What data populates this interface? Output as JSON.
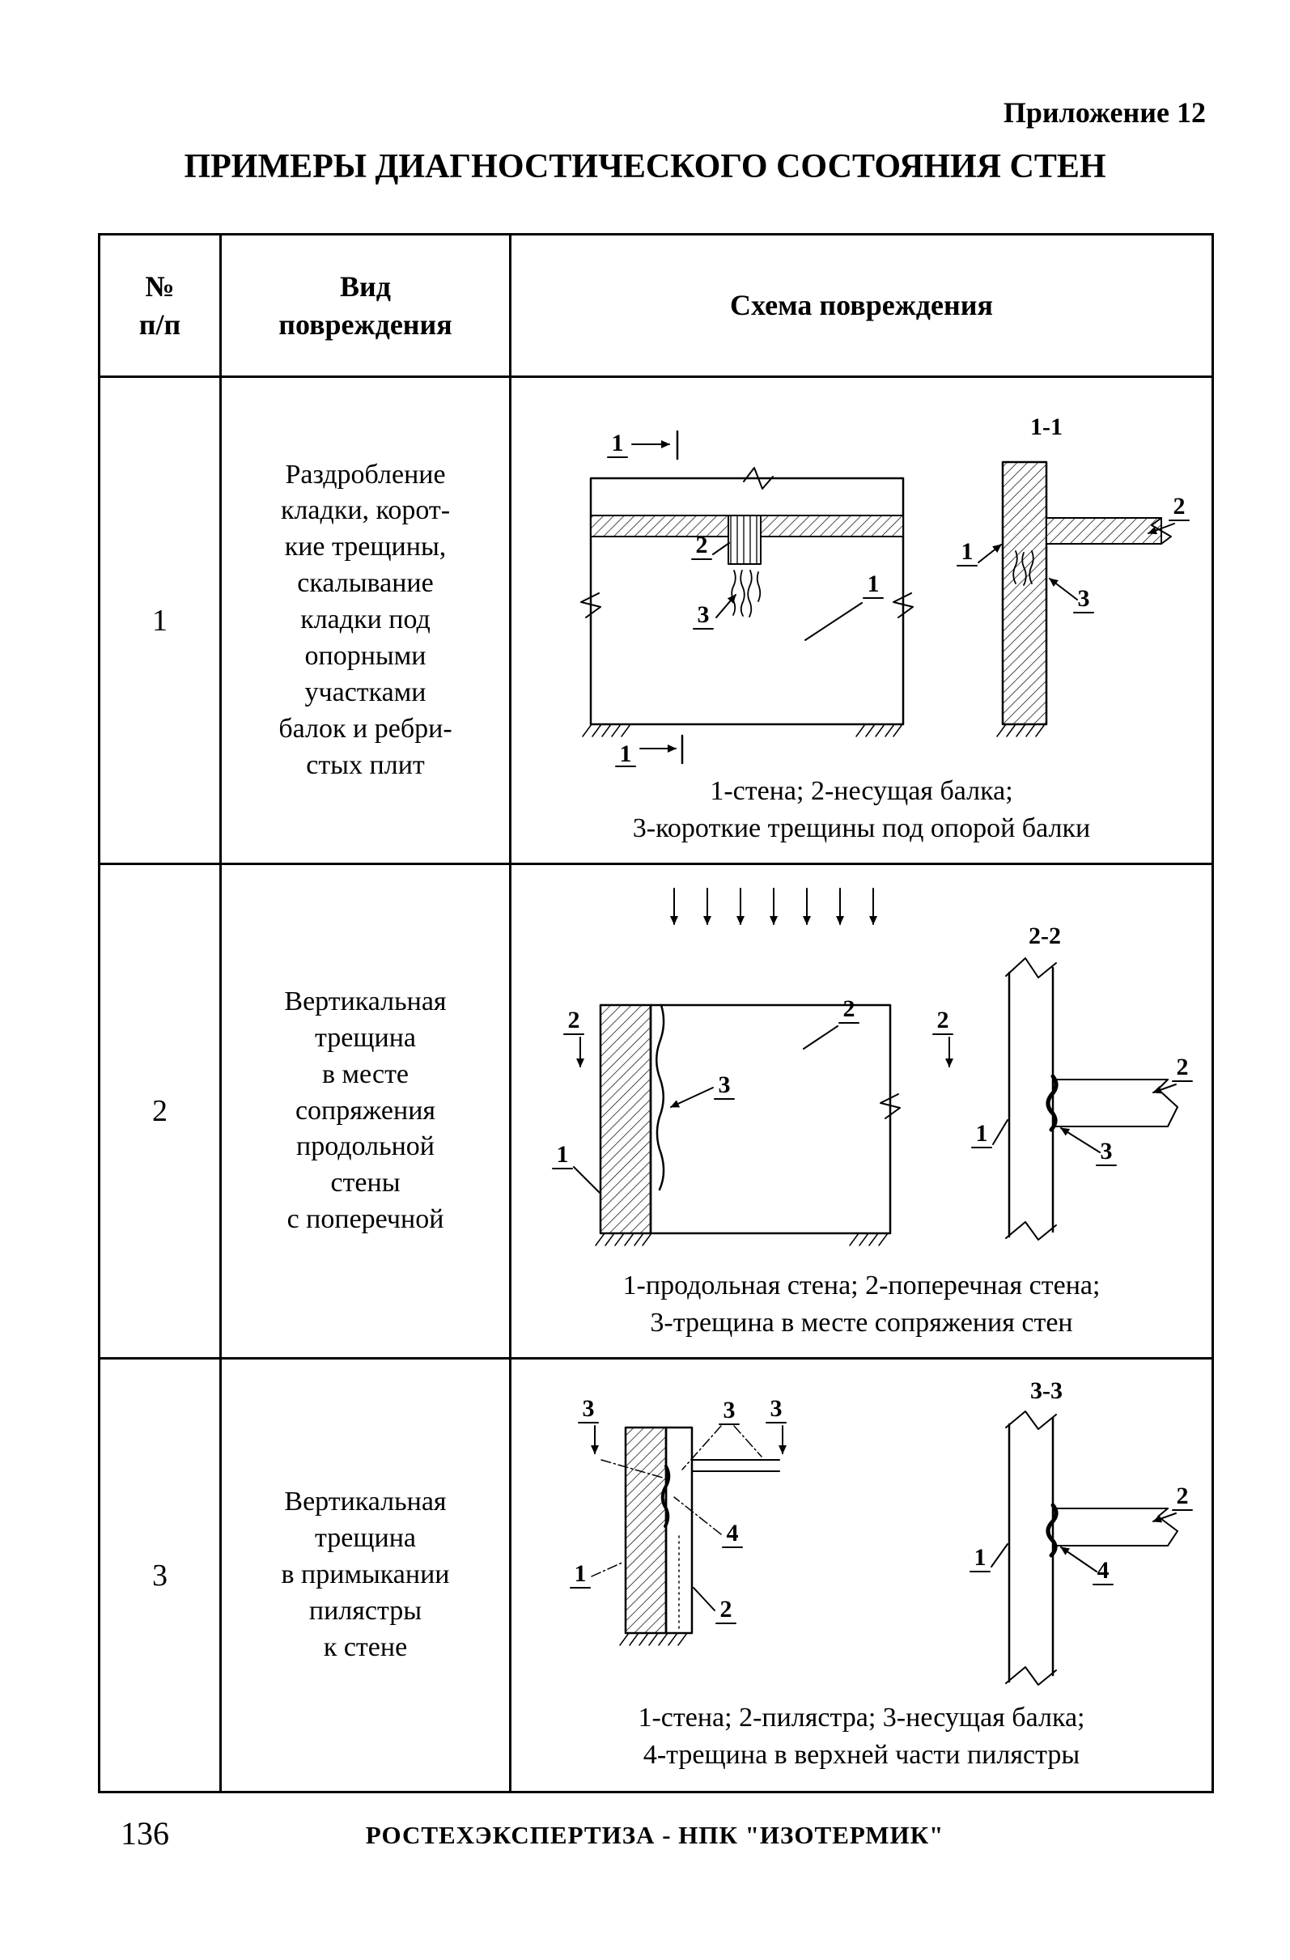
{
  "page": {
    "appendix": "Приложение 12",
    "title": "ПРИМЕРЫ ДИАГНОСТИЧЕСКОГО СОСТОЯНИЯ СТЕН",
    "footer": {
      "page_number": "136",
      "organization": "РОСТЕХЭКСПЕРТИЗА - НПК \"ИЗОТЕРМИК\""
    }
  },
  "table": {
    "headers": {
      "num": "№\nп/п",
      "damage_type": "Вид\nповреждения",
      "scheme": "Схема повреждения"
    },
    "rows": [
      {
        "num": "1",
        "damage_type": "Раздробление\nкладки, корот-\nкие трещины,\nскалывание\nкладки под\nопорными\nучастками\nбалок и ребри-\nстых плит",
        "section_title": "1-1",
        "marks": {
          "section_cut": "1",
          "wall": "1",
          "beam": "2",
          "cracks": "3"
        },
        "caption": "1-стена; 2-несущая балка;\n3-короткие трещины под опорой балки"
      },
      {
        "num": "2",
        "damage_type": "Вертикальная\nтрещина\nв месте\nсопряжения\nпродольной\nстены\nс поперечной",
        "section_title": "2-2",
        "marks": {
          "section_cut": "2",
          "longitudinal_wall": "1",
          "transverse_wall": "2",
          "crack": "3"
        },
        "caption": "1-продольная стена; 2-поперечная стена;\n3-трещина в месте сопряжения стен"
      },
      {
        "num": "3",
        "damage_type": "Вертикальная\nтрещина\nв примыкании\nпилястры\nк стене",
        "section_title": "3-3",
        "marks": {
          "section_cut": "3",
          "wall": "1",
          "pilaster": "2",
          "beam": "3",
          "crack": "4"
        },
        "caption": "1-стена; 2-пилястра; 3-несущая балка;\n4-трещина в верхней части пилястры"
      }
    ]
  }
}
